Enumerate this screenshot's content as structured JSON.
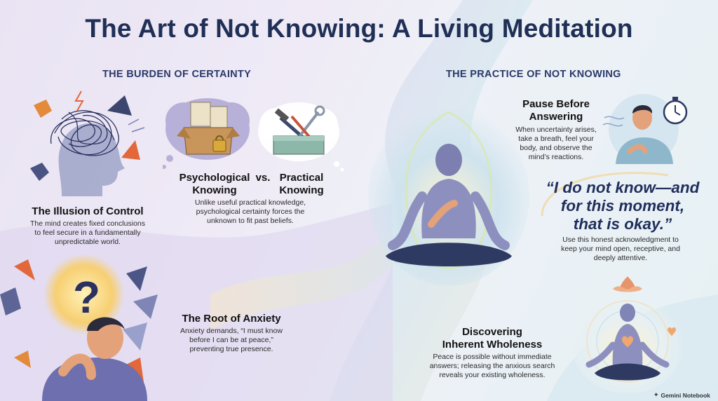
{
  "title": "The Art of Not Knowing: A Living Meditation",
  "left_section": {
    "heading": "THE BURDEN OF CERTAINTY",
    "illusion": {
      "title": "The Illusion of Control",
      "body": [
        "The mind creates fixed conclusions",
        "to feel secure in a fundamentally",
        "unpredictable world."
      ]
    },
    "knowing": {
      "psych": [
        "Psychological",
        "Knowing"
      ],
      "vs": "vs.",
      "practical": [
        "Practical",
        "Knowing"
      ],
      "body": [
        "Unlike useful practical knowledge,",
        "psychological certainty forces the",
        "unknown to fit past beliefs."
      ]
    },
    "anxiety": {
      "title": "The Root of Anxiety",
      "body": [
        "Anxiety demands, “I must know",
        "before I can be at peace,”",
        "preventing true presence."
      ]
    }
  },
  "right_section": {
    "heading": "THE PRACTICE OF NOT KNOWING",
    "pause": {
      "title": [
        "Pause Before",
        "Answering"
      ],
      "body": [
        "When uncertainty arises,",
        "take a breath, feel your",
        "body, and observe the",
        "mind’s reactions."
      ]
    },
    "quote": {
      "lines": [
        "“I do not know—and",
        "for this moment,",
        "that is okay.”"
      ],
      "body": [
        "Use this honest acknowledgment to",
        "keep your mind open, receptive, and",
        "deeply attentive."
      ]
    },
    "wholeness": {
      "title": [
        "Discovering",
        "Inherent Wholeness"
      ],
      "body": [
        "Peace is possible without immediate",
        "answers; releasing the anxious search",
        "reveals your existing wholeness."
      ]
    }
  },
  "footer": {
    "brand": "Gemini Notebook"
  }
}
